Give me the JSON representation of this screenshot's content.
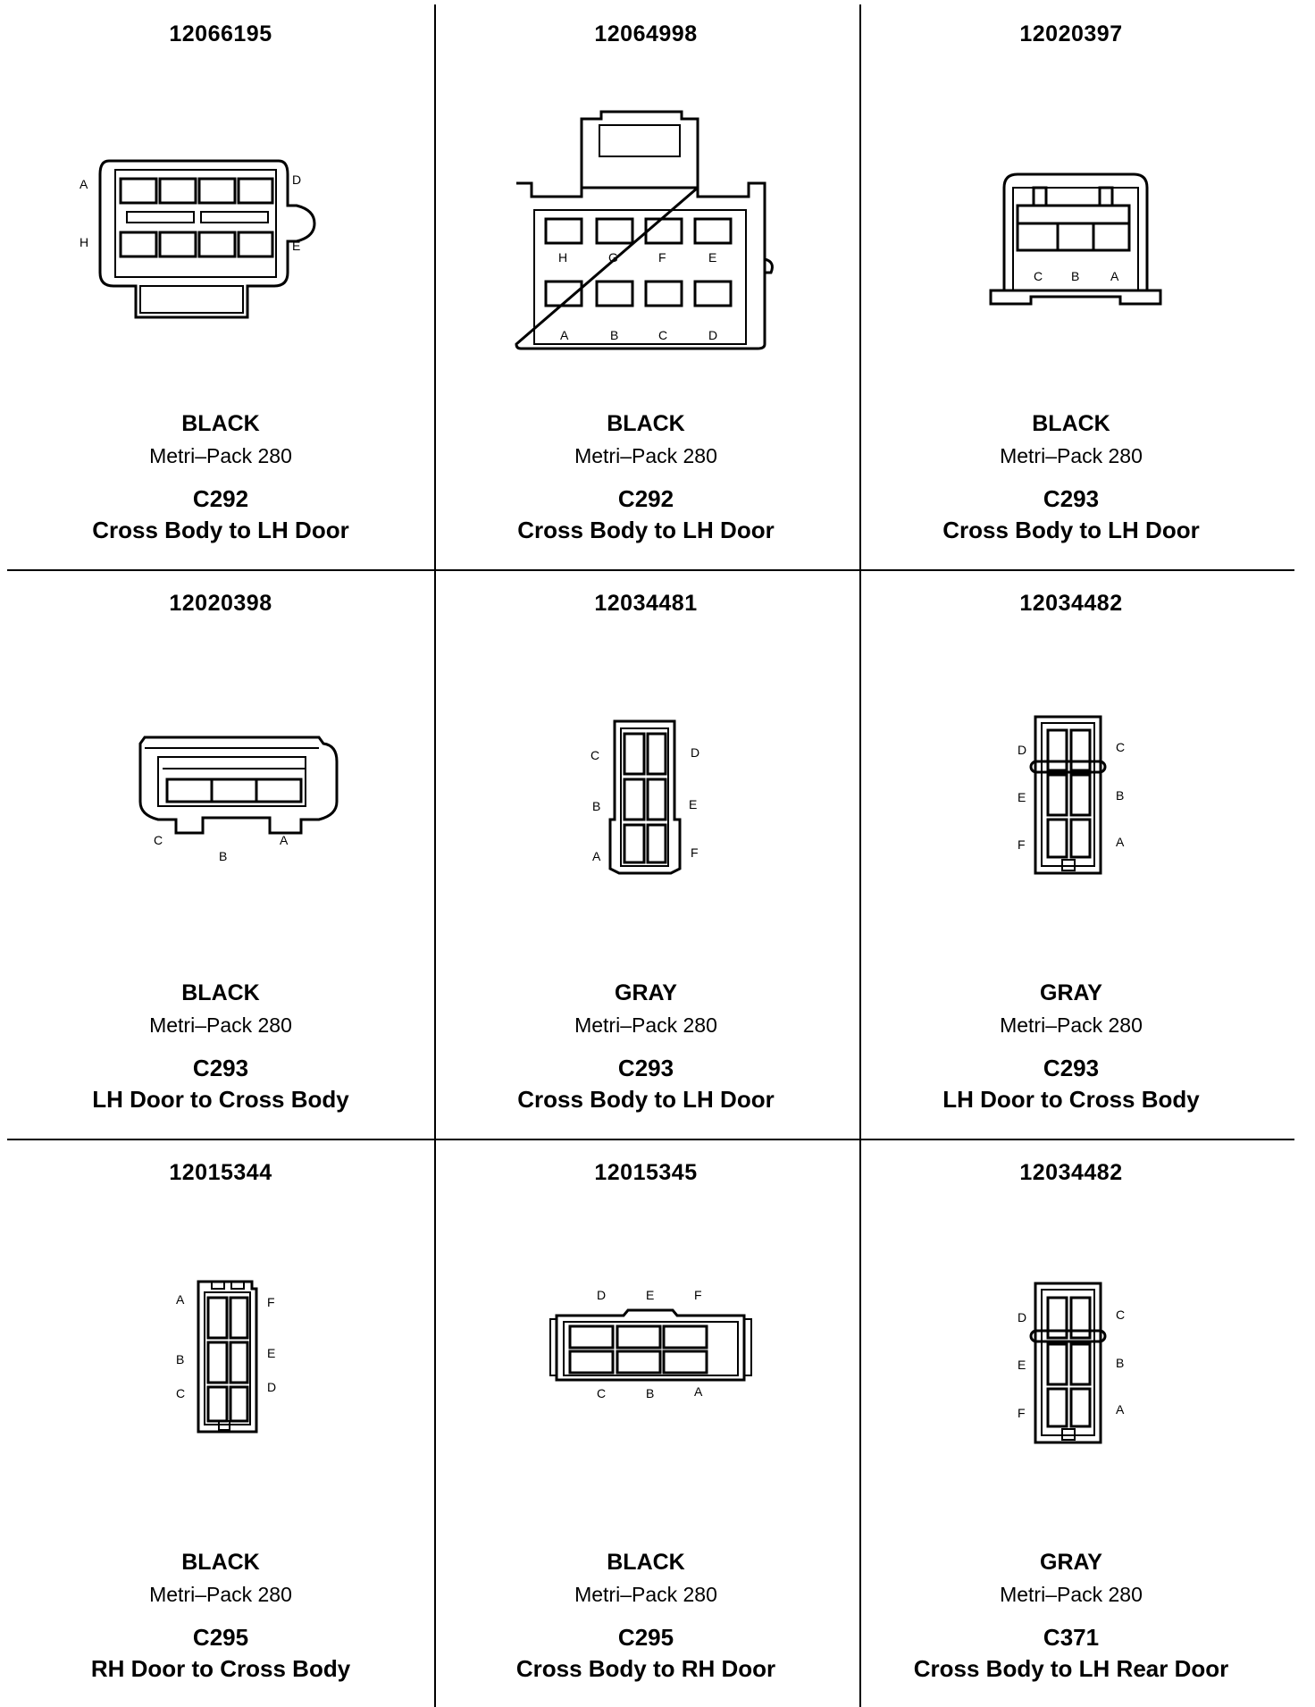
{
  "connectors": [
    {
      "part_number": "12066195",
      "color": "BLACK",
      "family": "Metri–Pack 280",
      "connector": "C292",
      "description": "Cross Body to LH Door",
      "pins": {
        "a": "A",
        "d": "D",
        "h": "H",
        "e": "E"
      }
    },
    {
      "part_number": "12064998",
      "color": "BLACK",
      "family": "Metri–Pack 280",
      "connector": "C292",
      "description": "Cross Body to LH Door",
      "pins": {
        "h": "H",
        "g": "G",
        "f": "F",
        "e": "E",
        "a": "A",
        "b": "B",
        "c": "C",
        "d": "D"
      }
    },
    {
      "part_number": "12020397",
      "color": "BLACK",
      "family": "Metri–Pack 280",
      "connector": "C293",
      "description": "Cross Body to LH Door",
      "pins": {
        "c": "C",
        "b": "B",
        "a": "A"
      }
    },
    {
      "part_number": "12020398",
      "color": "BLACK",
      "family": "Metri–Pack 280",
      "connector": "C293",
      "description": "LH Door to Cross Body",
      "pins": {
        "c": "C",
        "b": "B",
        "a": "A"
      }
    },
    {
      "part_number": "12034481",
      "color": "GRAY",
      "family": "Metri–Pack 280",
      "connector": "C293",
      "description": "Cross Body to LH Door",
      "pins": {
        "c": "C",
        "d": "D",
        "b": "B",
        "e": "E",
        "a": "A",
        "f": "F"
      }
    },
    {
      "part_number": "12034482",
      "color": "GRAY",
      "family": "Metri–Pack 280",
      "connector": "C293",
      "description": "LH Door to Cross Body",
      "pins": {
        "d": "D",
        "c": "C",
        "e": "E",
        "b": "B",
        "f": "F",
        "a": "A"
      }
    },
    {
      "part_number": "12015344",
      "color": "BLACK",
      "family": "Metri–Pack 280",
      "connector": "C295",
      "description": "RH Door to Cross Body",
      "pins": {
        "a": "A",
        "f": "F",
        "b": "B",
        "e": "E",
        "c": "C",
        "d": "D"
      }
    },
    {
      "part_number": "12015345",
      "color": "BLACK",
      "family": "Metri–Pack 280",
      "connector": "C295",
      "description": "Cross Body to RH Door",
      "pins": {
        "d": "D",
        "e": "E",
        "f": "F",
        "c": "C",
        "b": "B",
        "a": "A"
      }
    },
    {
      "part_number": "12034482",
      "color": "GRAY",
      "family": "Metri–Pack 280",
      "connector": "C371",
      "description": "Cross Body to LH Rear Door",
      "pins": {
        "d": "D",
        "c": "C",
        "e": "E",
        "b": "B",
        "f": "F",
        "a": "A"
      }
    }
  ]
}
